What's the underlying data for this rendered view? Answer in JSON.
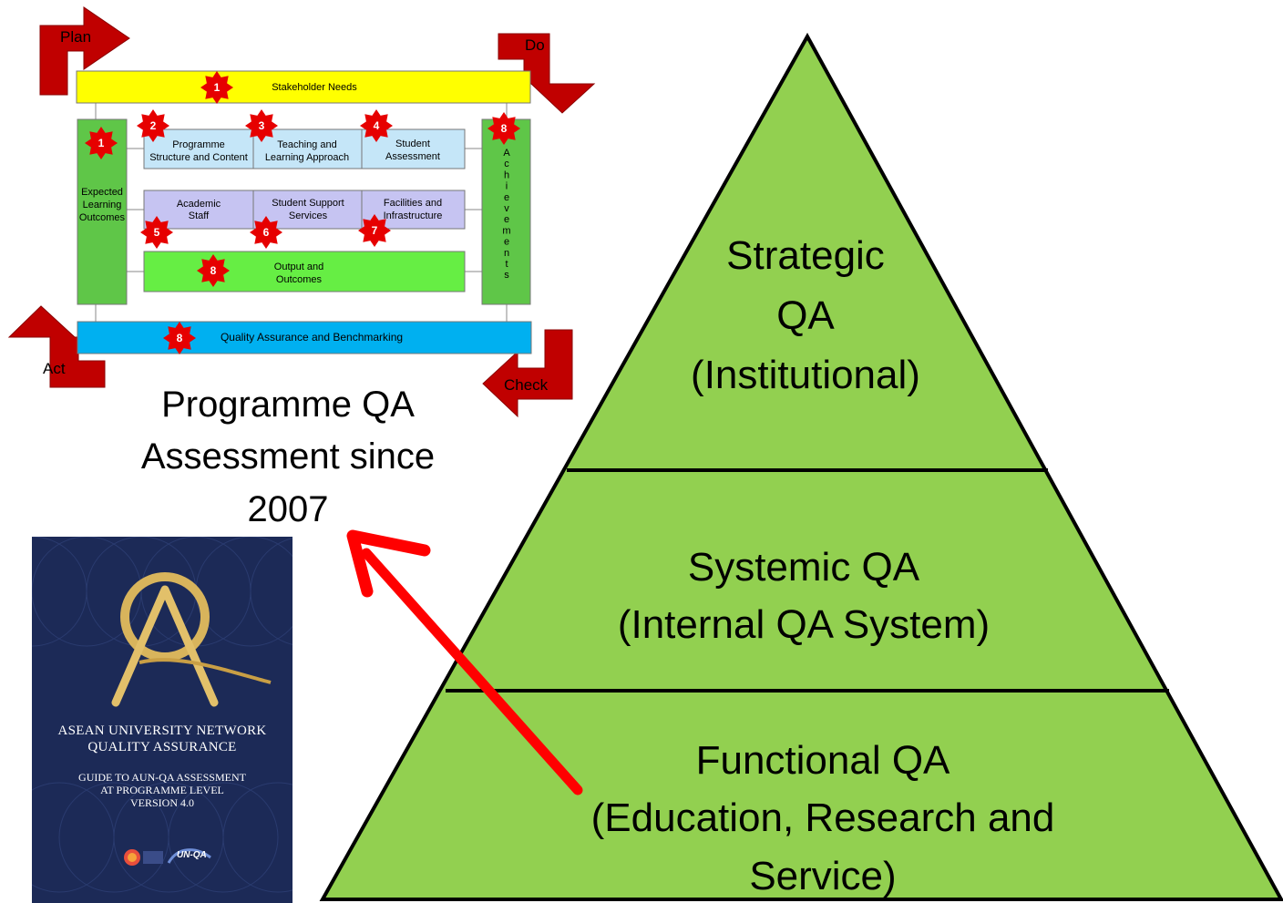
{
  "pyramid": {
    "top": [
      "Strategic",
      "QA",
      "(Institutional)"
    ],
    "middle": [
      "Systemic QA",
      "(Internal QA System)"
    ],
    "bottom": [
      "Functional QA",
      "(Education, Research and",
      "Service)"
    ],
    "fill_color": "#92d050"
  },
  "caption": [
    "Programme QA",
    "Assessment since",
    "2007"
  ],
  "pdca": {
    "plan": "Plan",
    "do": "Do",
    "check": "Check",
    "act": "Act",
    "arrow_color": "#c00000"
  },
  "model": {
    "stakeholder_needs": "Stakeholder Needs",
    "expected_learning_outcomes": [
      "Expected",
      "Learning",
      "Outcomes"
    ],
    "row1": [
      [
        "Programme",
        "Structure and Content"
      ],
      [
        "Teaching and",
        "Learning Approach"
      ],
      [
        "Student",
        "Assessment"
      ]
    ],
    "row2": [
      [
        "Academic",
        "Staff"
      ],
      [
        "Student Support",
        "Services"
      ],
      [
        "Facilities and",
        "Infrastructure"
      ]
    ],
    "output": [
      "Output and",
      "Outcomes"
    ],
    "achievements": "Achievements",
    "qa_benchmarking": "Quality Assurance and Benchmarking",
    "badges": {
      "stakeholder": "1",
      "elo": "1",
      "structure": "2",
      "teaching": "3",
      "assessment": "4",
      "staff": "5",
      "support": "6",
      "facilities": "7",
      "output": "8",
      "achievements": "8",
      "qa": "8"
    },
    "colors": {
      "yellow": "#ffff00",
      "green": "#5fc648",
      "blue_light": "#c5e6f8",
      "lavender": "#c6c4f2",
      "lime": "#66ee44",
      "cyan": "#00b0f0",
      "star": "#e60000"
    }
  },
  "book": {
    "title": [
      "ASEAN UNIVERSITY NETWORK",
      "QUALITY ASSURANCE"
    ],
    "subtitle": [
      "GUIDE TO AUN-QA ASSESSMENT",
      "AT PROGRAMME LEVEL",
      "VERSION 4.0"
    ],
    "logo_text": "UN-QA",
    "logo_icon": "aun-qa-logo-icon"
  },
  "pointer_color": "#ff0000"
}
